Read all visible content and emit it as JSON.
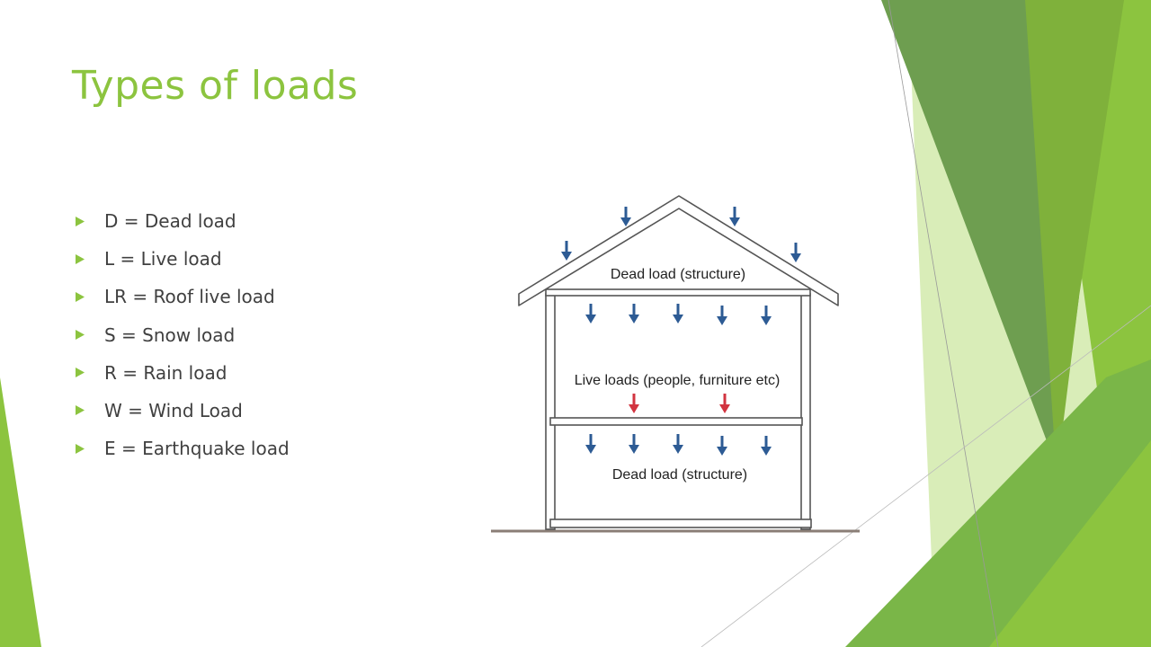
{
  "slide": {
    "title": "Types of loads",
    "accent_color": "#8cc43f",
    "bullets": [
      "D = Dead load",
      "L = Live load",
      "LR = Roof live load",
      "S = Snow load",
      "R = Rain load",
      "W = Wind Load",
      "E = Earthquake load"
    ]
  },
  "diagram": {
    "roof_label": "Dead load (structure)",
    "live_label": "Live loads (people, furniture etc)",
    "floor_label": "Dead load (structure)",
    "dead_arrow_color": "#2d5b94",
    "live_arrow_color": "#d23440"
  }
}
